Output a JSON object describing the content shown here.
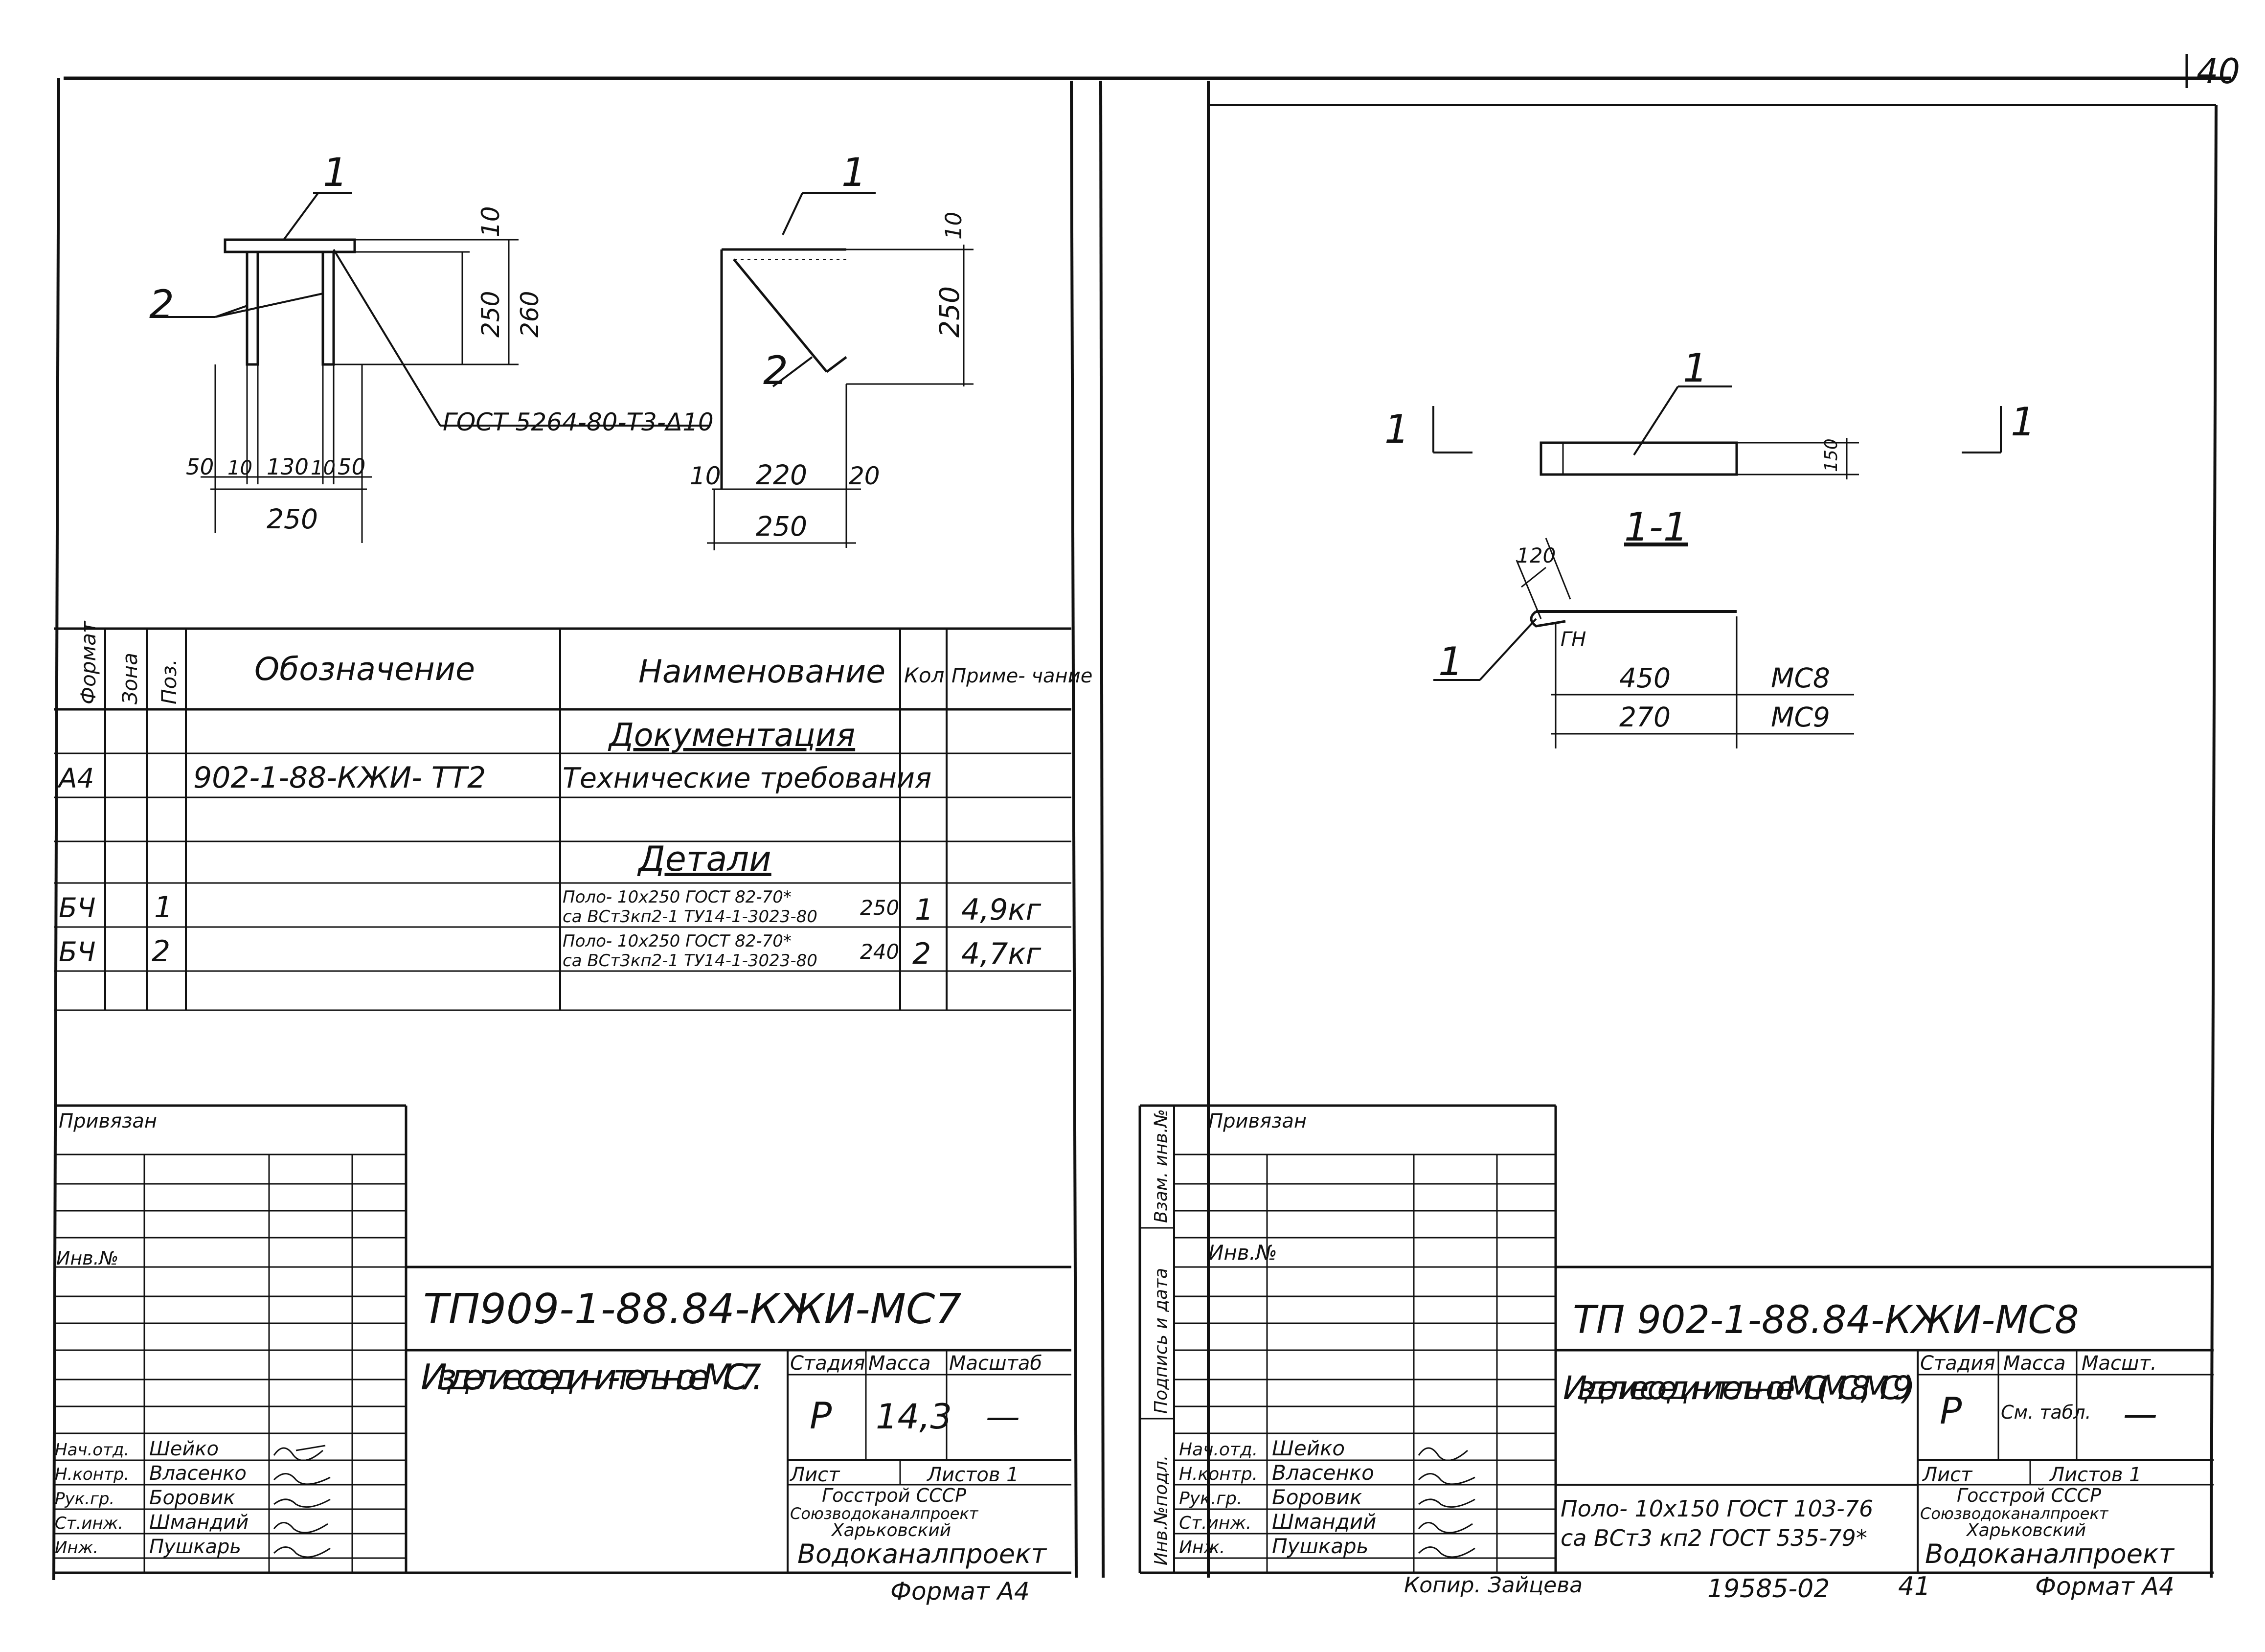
{
  "page_number": "40",
  "left_sheet": {
    "pos_label": "1",
    "pos2_label": "2",
    "dims": {
      "d10": "10",
      "d250": "250",
      "d260": "260",
      "d50": "50",
      "d130": "130",
      "d220": "220",
      "d20": "20"
    },
    "gost_weld": "ГОСТ 5264-80-Т3-Δ10",
    "spec": {
      "headers": {
        "format": "Формат",
        "zone": "Зона",
        "pos": "Поз.",
        "designation": "Обозначение",
        "name": "Наименование",
        "qty": "Кол",
        "note": "Приме- чание"
      },
      "section_docs": "Документация",
      "doc_row": {
        "format": "А4",
        "designation": "902-1-88-КЖИ- ТТ2",
        "name": "Технические требования"
      },
      "section_parts": "Детали",
      "rows": [
        {
          "format": "БЧ",
          "pos": "1",
          "line1": "Поло- 10х250 ГОСТ 82-70*",
          "line2": "са  ВСт3кп2-1 ТУ14-1-3023-80",
          "length": "250",
          "qty": "1",
          "note": "4,9кг"
        },
        {
          "format": "БЧ",
          "pos": "2",
          "line1": "Поло- 10х250 ГОСТ 82-70*",
          "line2": "са  ВСт3кп2-1 ТУ14-1-3023-80",
          "length": "240",
          "qty": "2",
          "note": "4,7кг"
        }
      ]
    },
    "title_block": {
      "privyazan": "Привязан",
      "inv_no": "Инв.№",
      "code": "ТП909-1-88.84-КЖИ-МС7",
      "title": "Изделие соедини- тельное МС7.",
      "stage_label": "Стадия",
      "mass_label": "Масса",
      "scale_label": "Масштаб",
      "stage": "Р",
      "mass": "14,3",
      "scale": "—",
      "sheet_label": "Лист",
      "sheets_label": "Листов 1",
      "org1": "Госстрой СССР",
      "org2": "Союзводоканалпроект",
      "org3": "Харьковский",
      "org4": "Водоканалпроект",
      "roles": [
        "Нач.отд.",
        "Н.контр.",
        "Рук.гр.",
        "Ст.инж.",
        "Инж."
      ],
      "names": [
        "Шейко",
        "Власенко",
        "Боровик",
        "Шмандий",
        "Пушкарь"
      ]
    },
    "format": "Формат А4"
  },
  "right_sheet": {
    "section_mark": "1",
    "section_title": "1-1",
    "dims": {
      "d150": "150",
      "d120": "120",
      "d450": "450",
      "d270": "270"
    },
    "weld_mark": "ГН",
    "items": [
      "МС8",
      "МС9"
    ],
    "side_labels": {
      "vzam": "Взам. инв.№",
      "podpis": "Подпись и дата",
      "inv_podl": "Инв.№подл."
    },
    "title_block": {
      "privyazan": "Привязан",
      "inv_no": "Инв.№",
      "code": "ТП 902-1-88.84-КЖИ-МС8",
      "title": "Изделие соединитель- ное МС(МС8, МС9)",
      "stage_label": "Стадия",
      "mass_label": "Масса",
      "scale_label": "Масшт.",
      "stage": "Р",
      "mass": "См. табл.",
      "scale": "—",
      "sheet_label": "Лист",
      "sheets_label": "Листов 1",
      "org1": "Госстрой СССР",
      "org2": "Союзводоканалпроект",
      "org3": "Харьковский",
      "org4": "Водоканалпроект",
      "roles": [
        "Нач.отд.",
        "Н.контр.",
        "Рук.гр.",
        "Ст.инж.",
        "Инж."
      ],
      "names": [
        "Шейко",
        "Власенко",
        "Боровик",
        "Шмандий",
        "Пушкарь"
      ],
      "material1": "Поло- 10х150 ГОСТ 103-76",
      "material2": "са    ВСт3 кп2 ГОСТ 535-79*"
    },
    "copied": "Копир. Зайцева",
    "archive": "19585-02",
    "sheet_no": "41",
    "format": "Формат А4"
  }
}
